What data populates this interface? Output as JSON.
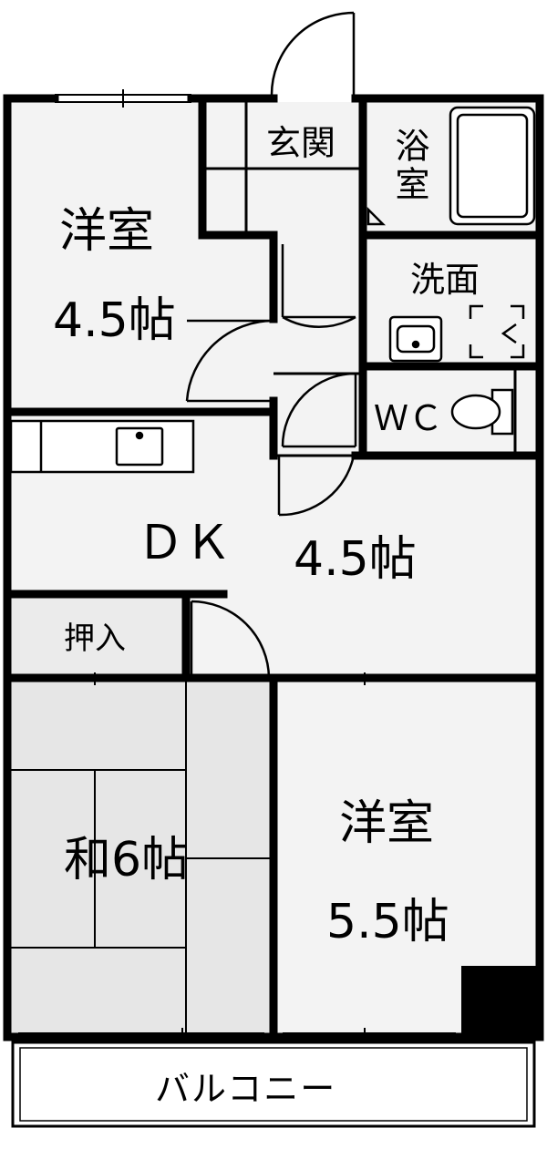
{
  "rooms": {
    "western_top": {
      "name": "洋室",
      "size": "4.5帖"
    },
    "genkan": "玄関",
    "bath": "浴室",
    "washroom": "洗面",
    "wc": "ＷＣ",
    "dk": "ＤＫ",
    "dk_size": "4.5帖",
    "closet": "押入",
    "japanese": "和6帖",
    "western_bottom": {
      "name": "洋室",
      "size": "5.5帖"
    },
    "balcony": "バルコニー"
  }
}
